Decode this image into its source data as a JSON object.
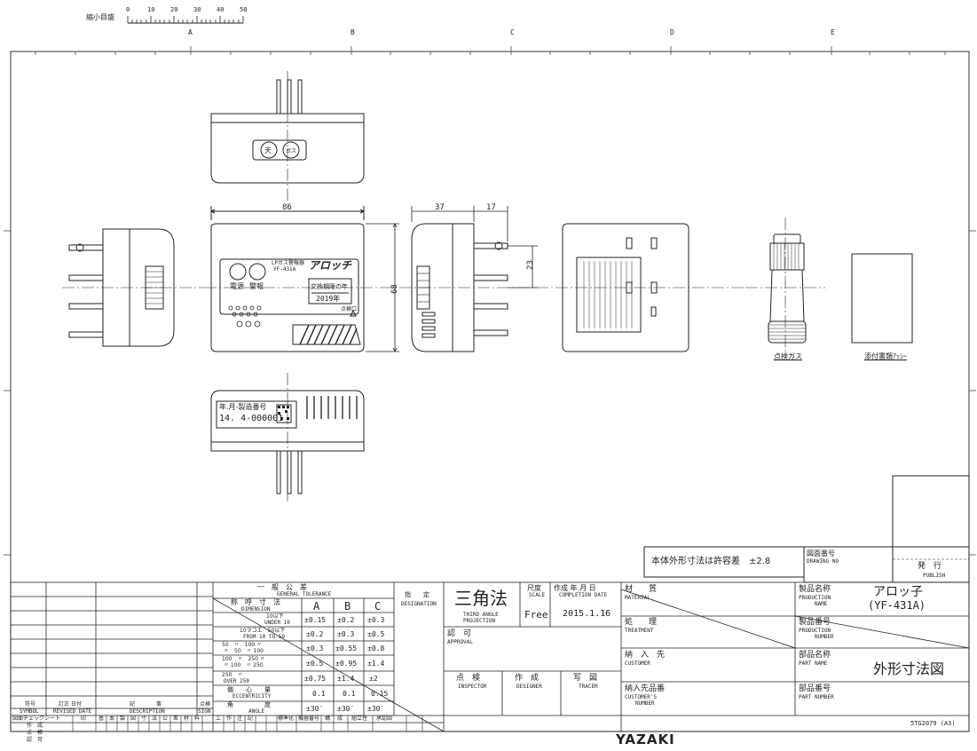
{
  "header": {
    "scale_label": "縮小目盛",
    "scale_ticks": [
      "0",
      "10",
      "20",
      "30",
      "40",
      "50"
    ],
    "zones": [
      "A",
      "B",
      "C",
      "D",
      "E"
    ]
  },
  "drawing": {
    "dim_width": "86",
    "dim_height": "68",
    "dim_depth": "37",
    "dim_plug": "17",
    "dim_plug_height": "23",
    "front_label_type": "LPガス警報器",
    "front_model": "YF-431A",
    "front_brand": "アロッチ",
    "front_power": "電源",
    "front_alarm": "警報",
    "front_replace": "交換期限の年",
    "front_year": "2019年",
    "front_inspect": "点検口",
    "bottom_serial_label": "年.月-製造番号",
    "bottom_serial_value": "14. 4-000001",
    "top_icons": [
      "天",
      "ガス"
    ],
    "accessory_gas": "点検ガス",
    "accessory_docs": "添付書類ｱｯｼｰ"
  },
  "notes": {
    "tolerance_note": "本体外形寸法は許容差　±2.8"
  },
  "title_block": {
    "drawing_no_label": "図面番号",
    "drawing_no_en": "DRAWING NO",
    "issue_label": "発　行",
    "issue_en": "PUBLISH",
    "general_tolerance": "一　般　公　差",
    "general_tolerance_en": "GENERAL TOLERANCE",
    "nominal_dim": "称　呼　寸　法",
    "nominal_dim_en": "DIMENSION",
    "cols": [
      "A",
      "B",
      "C"
    ],
    "rows": [
      {
        "dim1": "10以下",
        "dim2": "UNDER 10",
        "a": "±0.15",
        "b": "±0.2",
        "c": "±0.3"
      },
      {
        "dim1": "10ヲコエ　50以下",
        "dim2": "FROM 10 TO 50",
        "a": "±0.2",
        "b": "±0.3",
        "c": "±0.5"
      },
      {
        "dim1": "50　〃　100 〃",
        "dim2": "〃　50　〃 100",
        "a": "±0.3",
        "b": "±0.55",
        "c": "±0.8"
      },
      {
        "dim1": "100　〃　250 〃",
        "dim2": "〃 100　〃 250",
        "a": "±0.5",
        "b": "±0.95",
        "c": "±1.4"
      },
      {
        "dim1": "250　〃",
        "dim2": "OVER 250",
        "a": "±0.75",
        "b": "±1.4",
        "c": "±2"
      },
      {
        "dim1": "偏　　心　　量",
        "dim2": "ECCENTRICITY",
        "a": "0.1",
        "b": "0.1",
        "c": "0.15"
      },
      {
        "dim1": "角　　　　　度",
        "dim2": "ANGLE",
        "a": "±30′",
        "b": "±30′",
        "c": "±30′"
      }
    ],
    "designation": "指　　定",
    "designation_en": "DESIGNATION",
    "projection": "三角法",
    "projection_en1": "THIRD ANGLE",
    "projection_en2": "PROJECTION",
    "scale_label": "尺度",
    "scale_en": "SCALE",
    "scale_value": "Free",
    "completion_label": "作成 年 月 日",
    "completion_en": "COMPLETION DATE",
    "completion_value": "2015.1.16",
    "approval": "認　可",
    "approval_en": "APPROVAL",
    "inspector": "点　検",
    "inspector_en": "INSPECTOR",
    "designer": "作　成",
    "designer_en": "DESIGNER",
    "tracer": "写　図",
    "tracer_en": "TRACER",
    "material": "材　　質",
    "material_en": "MATERIAL",
    "treatment": "処　　理",
    "treatment_en": "TREATMENT",
    "customer": "納　入　先",
    "customer_en": "CUSTOMER",
    "customer_no": "納入先品番",
    "customer_no_en1": "CUSTOMER'S",
    "customer_no_en2": "NUMBER",
    "product_name_label": "製品名称",
    "product_name_en1": "PRODUCTION",
    "product_name_en2": "NAME",
    "product_name_value1": "アロッ子",
    "product_name_value2": "(YF-431A)",
    "product_no_label": "製品番号",
    "product_no_en1": "PRODUCTION",
    "product_no_en2": "NUMBER",
    "part_name_label": "部品名称",
    "part_name_en": "PART NAME",
    "part_name_value": "外形寸法図",
    "part_no_label": "部品番号",
    "part_no_en": "PART NUMBER",
    "symbol": "符号",
    "symbol_en": "SYMBOL",
    "revised": "訂正 日付",
    "revised_en": "REVISED DATE",
    "description": "記　　　　事",
    "description_en": "DESCRIPTION",
    "sign": "点検",
    "sign_en": "SIGN",
    "checksheet": "図面チェックシート",
    "stamp": "印",
    "check_items": [
      "基",
      "本",
      "製",
      "図",
      "寸",
      "法",
      "公",
      "差",
      "材",
      "料",
      "工",
      "作",
      "注",
      "記",
      "標準化"
    ],
    "check_items2": [
      "機器番号",
      "構",
      "成",
      "組立性",
      "承認図"
    ],
    "left_rows": [
      "作　成",
      "点　検",
      "認　可"
    ],
    "form_no": "5TG2079 (A3)",
    "company": "YAZAKI"
  }
}
